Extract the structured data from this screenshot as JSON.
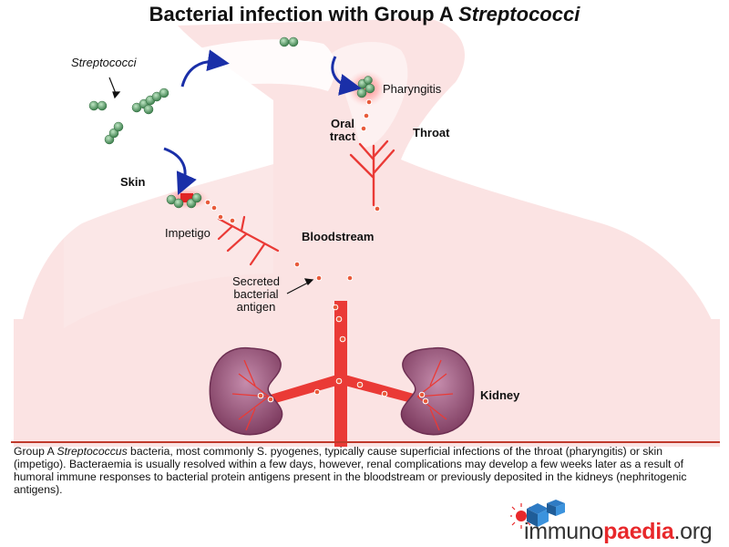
{
  "title": {
    "prefix": "Bacterial infection with Group A ",
    "italic": "Streptococci"
  },
  "labels": {
    "streptococci": "Streptococci",
    "skin": "Skin",
    "impetigo": "Impetigo",
    "pharyngitis": "Pharyngitis",
    "oral_tract": "Oral tract",
    "throat": "Throat",
    "bloodstream": "Bloodstream",
    "secreted_antigen": "Secreted bacterial antigen",
    "kidney": "Kidney"
  },
  "caption": {
    "part1": "Group A ",
    "italic": "Streptococcus",
    "part2": " bacteria, most commonly S. pyogenes, typically cause superficial infections of the throat (pharyngitis) or skin (impetigo). Bacteraemia is usually resolved within a few days, however, renal complications may develop a few weeks later as a result of humoral immune responses to bacterial protein antigens present in the bloodstream or previously deposited in the kidneys (nephritogenic antigens)."
  },
  "logo": {
    "part1": "immuno",
    "part2": "paedia",
    "part3": ".org"
  },
  "colors": {
    "body": "#fbe3e3",
    "blood": "#ea3a36",
    "arrow": "#1a2fa8",
    "bacteria": "#3f8a52",
    "kidney": "#9b4f78"
  }
}
